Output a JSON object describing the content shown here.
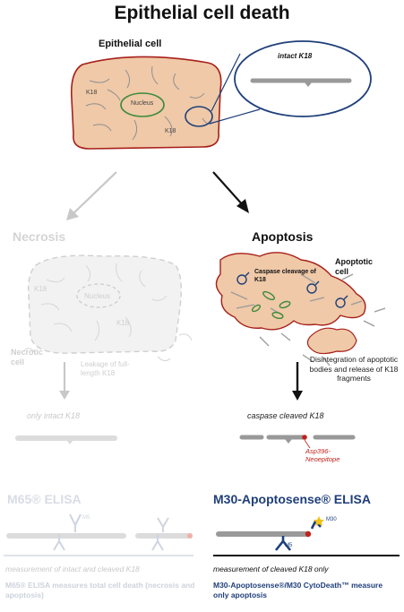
{
  "title": "Epithelial cell death",
  "epithelial_cell": {
    "label": "Epithelial cell",
    "nucleus": "Nucleus",
    "k18_labels": [
      "K18",
      "K18"
    ],
    "zoom_label": "intact K18"
  },
  "necrosis": {
    "heading": "Necrosis",
    "nucleus": "Nucleus",
    "k18_labels": [
      "K18",
      "K18"
    ],
    "cell_label": "Necrotic cell",
    "leakage": "Leakage of full-length K18",
    "result": "only intact K18"
  },
  "apoptosis": {
    "heading": "Apoptosis",
    "cell_label": "Apoptotic cell",
    "caspase_label": "Caspase cleavage of K18",
    "disintegration": "Disintegration of apoptotic bodies and release of K18 fragments",
    "result": "caspase cleaved K18",
    "neoepitope": "Asp396-Neoepitope"
  },
  "m65": {
    "title": "M65® ELISA",
    "antibody": "M5",
    "measurement": "measurement of intact and cleaved K18",
    "description": "M65® ELISA measures total cell death (necrosis and apoptosis)"
  },
  "m30": {
    "title": "M30-Apoptosense® ELISA",
    "capture": "M5",
    "detect": "M30",
    "measurement": "measurement of cleaved K18 only",
    "description": "M30-Apoptosense®/M30 CytoDeath™ measure only apoptosis"
  },
  "colors": {
    "cell_fill": "#efc9a8",
    "cell_border": "#a8201a",
    "nucleus_border": "#3c8a3c",
    "k18_grey": "#9a9a9a",
    "zoom_border": "#1f3f7a",
    "navy": "#1f3f7a",
    "neoepitope_red": "#c0221b",
    "faded_grey": "#dcdcdc"
  }
}
